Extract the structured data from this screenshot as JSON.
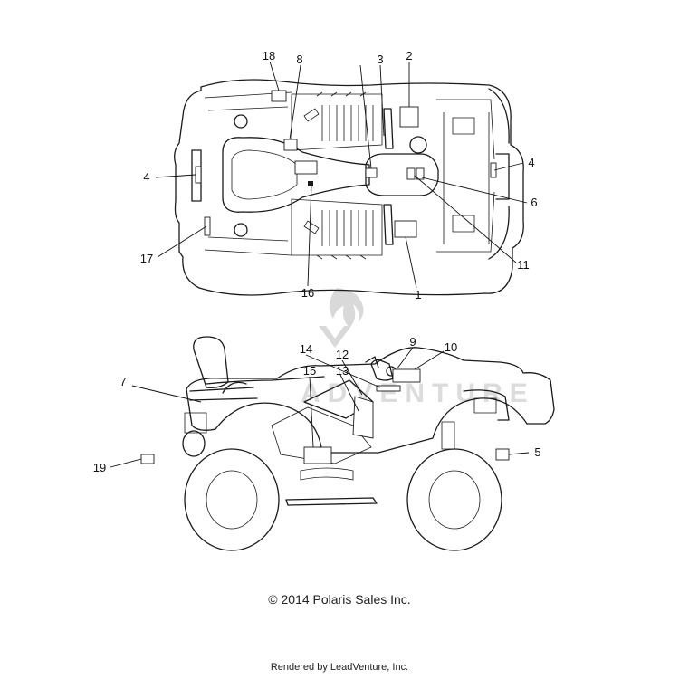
{
  "callouts": {
    "c1": "1",
    "c2": "2",
    "c3": "3",
    "c4a": "4",
    "c4b": "4",
    "c5": "5",
    "c6": "6",
    "c7": "7",
    "c8": "8",
    "c9": "9",
    "c10": "10",
    "c11": "11",
    "c12": "12",
    "c13": "13",
    "c14": "14",
    "c15": "15",
    "c16": "16",
    "c17": "17",
    "c18": "18",
    "c19": "19"
  },
  "watermark": {
    "text": "ADVENTURE"
  },
  "footer": {
    "copyright": "© 2014  Polaris Sales Inc.",
    "rendered_by": "Rendered by LeadVenture, Inc."
  }
}
